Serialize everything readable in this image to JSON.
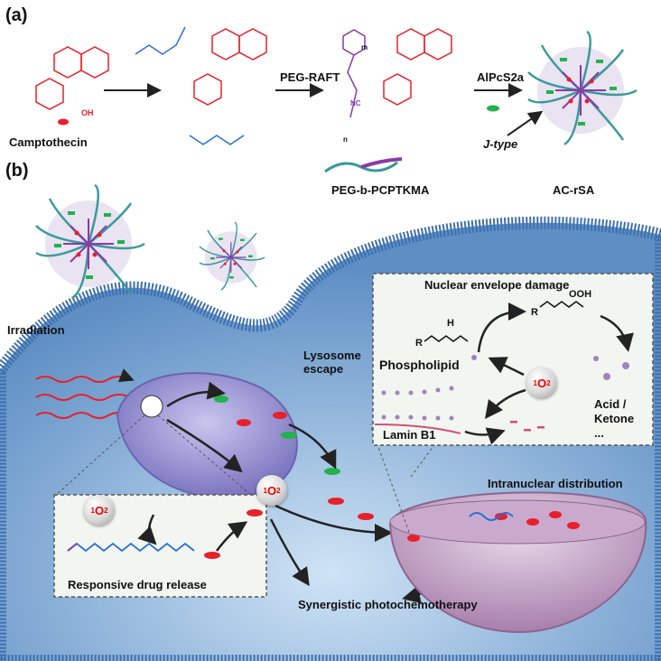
{
  "panel_a": {
    "label": "(a)",
    "camptothecin": "Camptothecin",
    "oh_label": "OH",
    "peg_raft": "PEG-RAFT",
    "alpcs2a": "AlPcS2a",
    "polymer": "PEG-b-PCPTKMA",
    "product": "AC-rSA",
    "j_type": "J-type",
    "nc": "NC",
    "m": "m",
    "n": "n"
  },
  "panel_b": {
    "label": "(b)",
    "irradiation": "Irradiation",
    "lysosome_escape": "Lysosome escape",
    "singlet_oxygen": "1O2",
    "intranuclear": "Intranuclear distribution",
    "responsive_release": "Responsive drug release",
    "synergistic": "Synergistic photochemotherapy",
    "nuclear_box": {
      "title": "Nuclear envelope damage",
      "phospholipid": "Phospholipid",
      "lamin": "Lamin B1",
      "acid": "Acid /",
      "ketone": "Ketone",
      "ellipsis": "...",
      "ooh": "OOH",
      "r": "R",
      "h": "H"
    }
  },
  "colors": {
    "cpt": "#e8202a",
    "linker": "#2a6fd6",
    "peg": "#3a9a9a",
    "polymer": "#8a3aa8",
    "dye": "#22b24c",
    "cell": "#6a8fc0"
  }
}
